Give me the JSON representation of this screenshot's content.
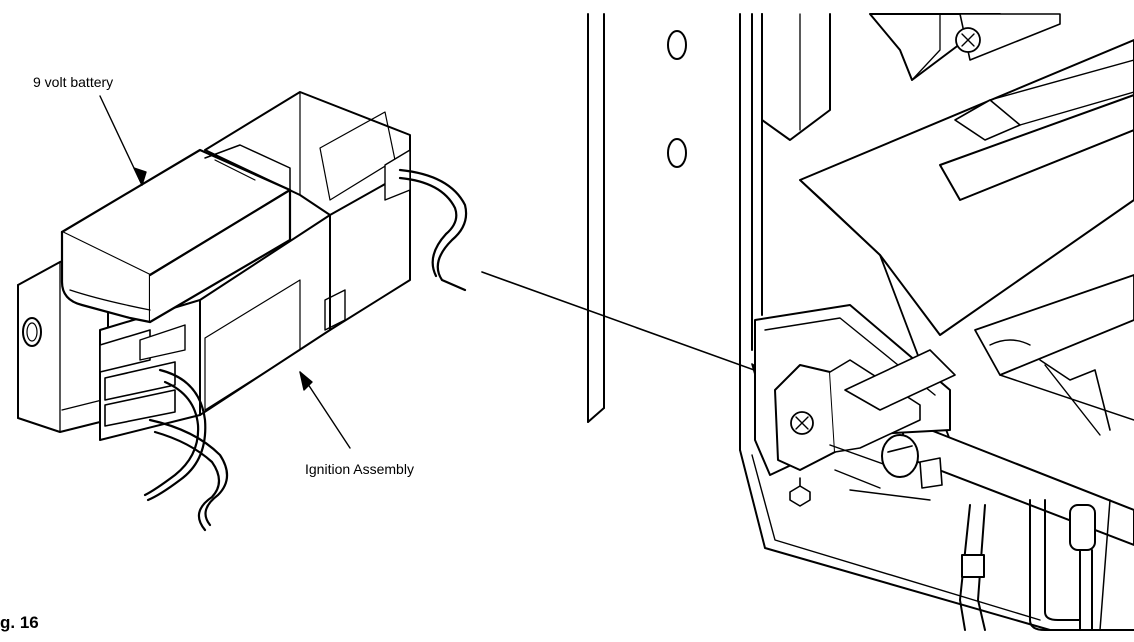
{
  "figure": {
    "label": "g. 16"
  },
  "callouts": {
    "battery": "9 volt battery",
    "ignition": "Ignition Assembly"
  },
  "icons": [
    "screw-icon",
    "battery-icon",
    "ignition-module-icon",
    "wire-lead-icon"
  ]
}
